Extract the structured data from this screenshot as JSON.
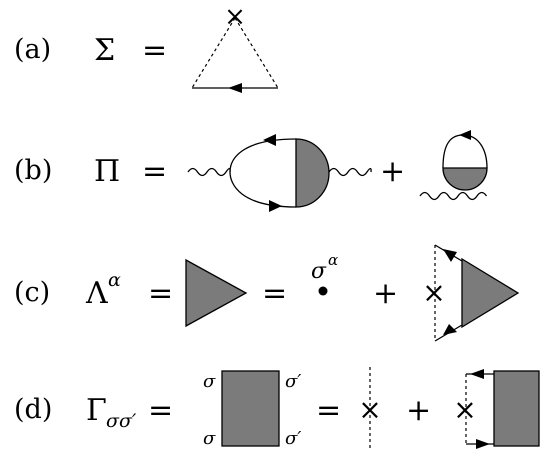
{
  "rows": [
    {
      "label": "(a)",
      "symbol": "Σ",
      "eq": "=",
      "vertex_mark": "×"
    },
    {
      "label": "(b)",
      "symbol": "Π",
      "eq": "=",
      "plus": "+"
    },
    {
      "label": "(c)",
      "symbol": "Λ",
      "symbol_sup": "α",
      "eq1": "=",
      "eq2": "=",
      "point_label_base": "σ",
      "point_label_sup": "α",
      "plus": "+",
      "cross": "×"
    },
    {
      "label": "(d)",
      "symbol": "Γ",
      "symbol_sub": "σσ′",
      "eq1": "=",
      "eq2": "=",
      "corner_tl": "σ",
      "corner_tr": "σ′",
      "corner_bl": "σ",
      "corner_br": "σ′",
      "plus": "+",
      "cross1": "×",
      "cross2": "×"
    }
  ],
  "colors": {
    "shade": "#7b7b7b",
    "line": "#000000",
    "background": "#ffffff"
  }
}
